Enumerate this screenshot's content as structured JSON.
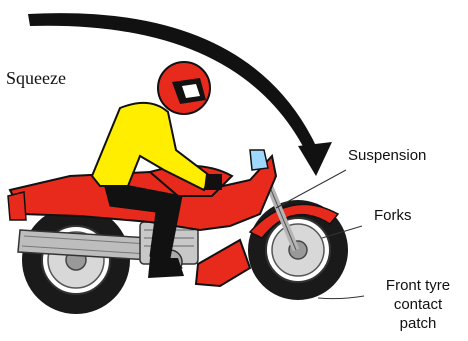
{
  "labels": {
    "squeeze": "Squeeze",
    "suspension": "Suspension",
    "forks": "Forks",
    "contact_patch": [
      "Front tyre",
      "contact",
      "patch"
    ]
  },
  "colors": {
    "bike_red": "#e82a1c",
    "jacket_yellow": "#ffee00",
    "rider_black": "#111111",
    "chrome": "#b4b4b4",
    "arrow": "#111111"
  },
  "icons": {
    "arrow": "curved-squeeze-arrow",
    "vehicle": "motorcycle-with-rider"
  }
}
